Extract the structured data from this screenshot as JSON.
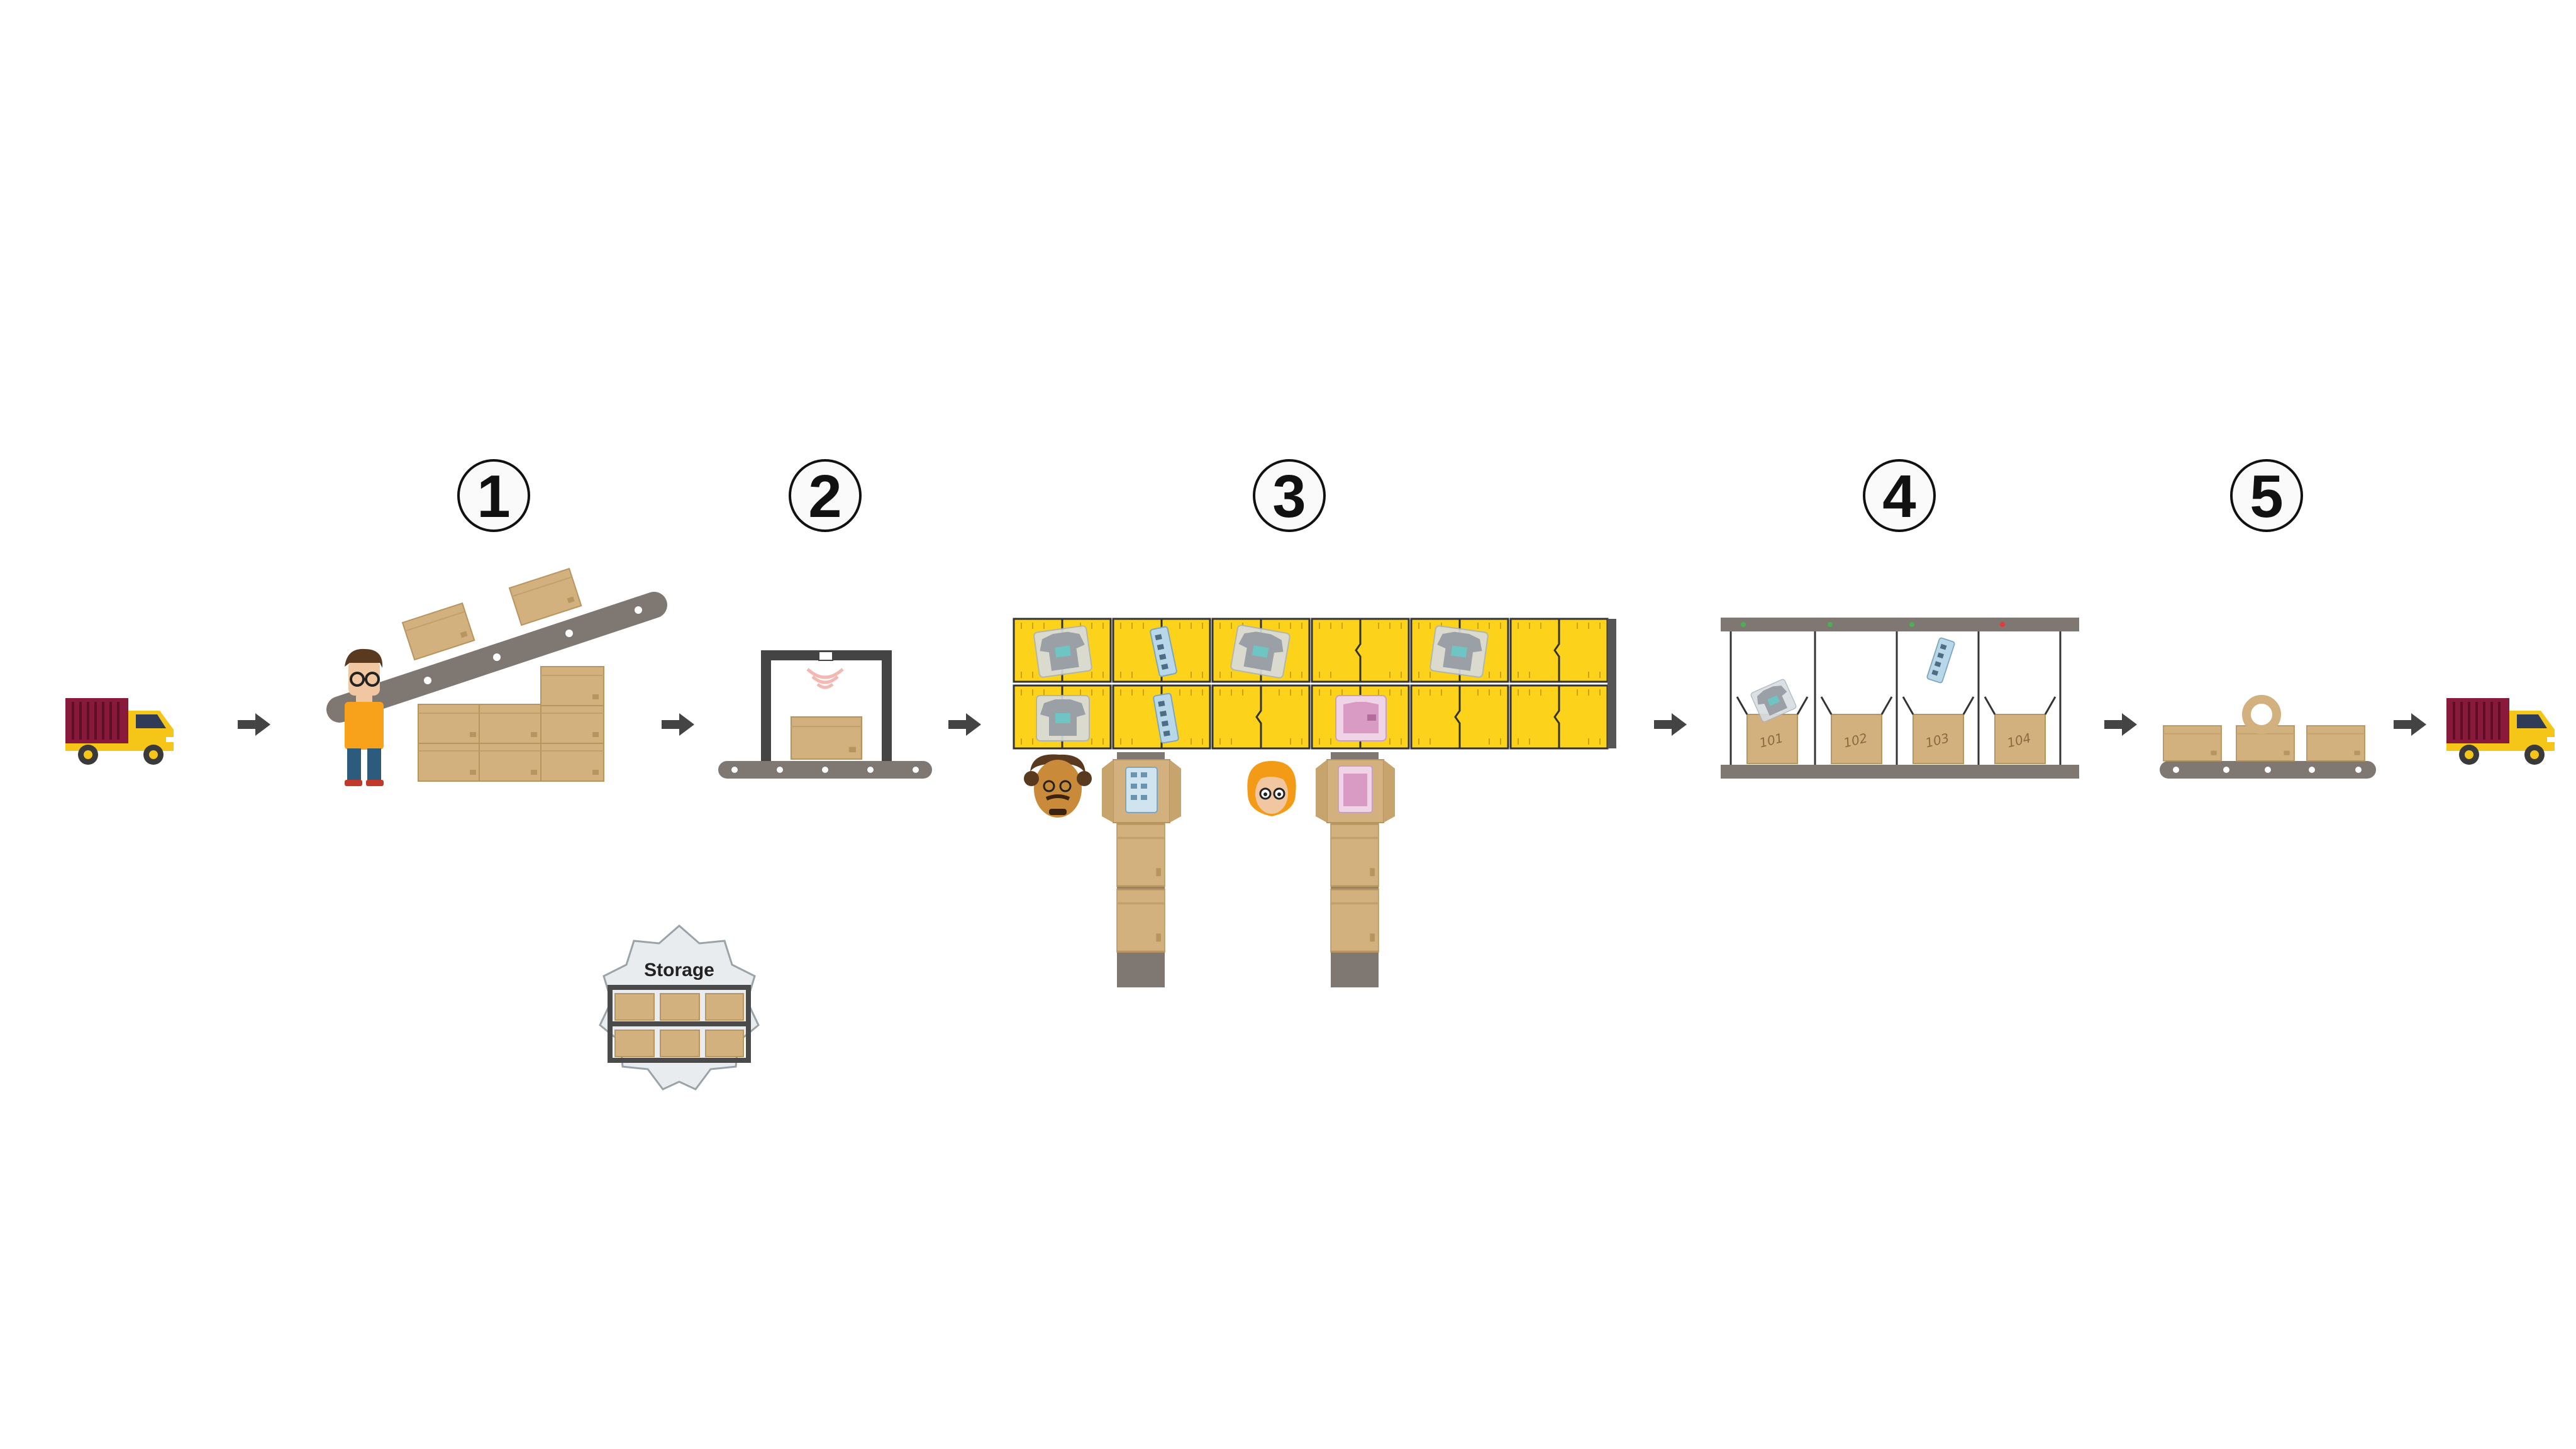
{
  "steps": [
    {
      "number": "1"
    },
    {
      "number": "2"
    },
    {
      "number": "3"
    },
    {
      "number": "4"
    },
    {
      "number": "5"
    }
  ],
  "storage": {
    "label": "Storage"
  },
  "bins": [
    "101",
    "102",
    "103",
    "104"
  ],
  "colors": {
    "truck_cargo": "#8a1a3c",
    "truck_cab": "#f5c518",
    "cardboard": "#d2b17f",
    "cardboard_dark": "#b8955f",
    "conveyor": "#7f7872",
    "sorter_yellow": "#fcd21a",
    "arrow": "#444444",
    "frame": "#4a4a4a",
    "shirt_gray": "#9aa0a6",
    "shirt_pink": "#d99bc4",
    "skin": "#f0c7a0",
    "shirt_orange": "#f7a21a",
    "hair_dark": "#5a3a1e",
    "hair_orange": "#f39b17",
    "storage_bg": "#e8ecee"
  },
  "icons": [
    "delivery-truck-icon",
    "arrow-right-icon",
    "worker-icon",
    "incline-conveyor-icon",
    "scanner-gate-icon",
    "sorter-wall-icon",
    "packer-icon",
    "put-wall-icon",
    "sealing-conveyor-icon",
    "storage-badge-icon"
  ]
}
